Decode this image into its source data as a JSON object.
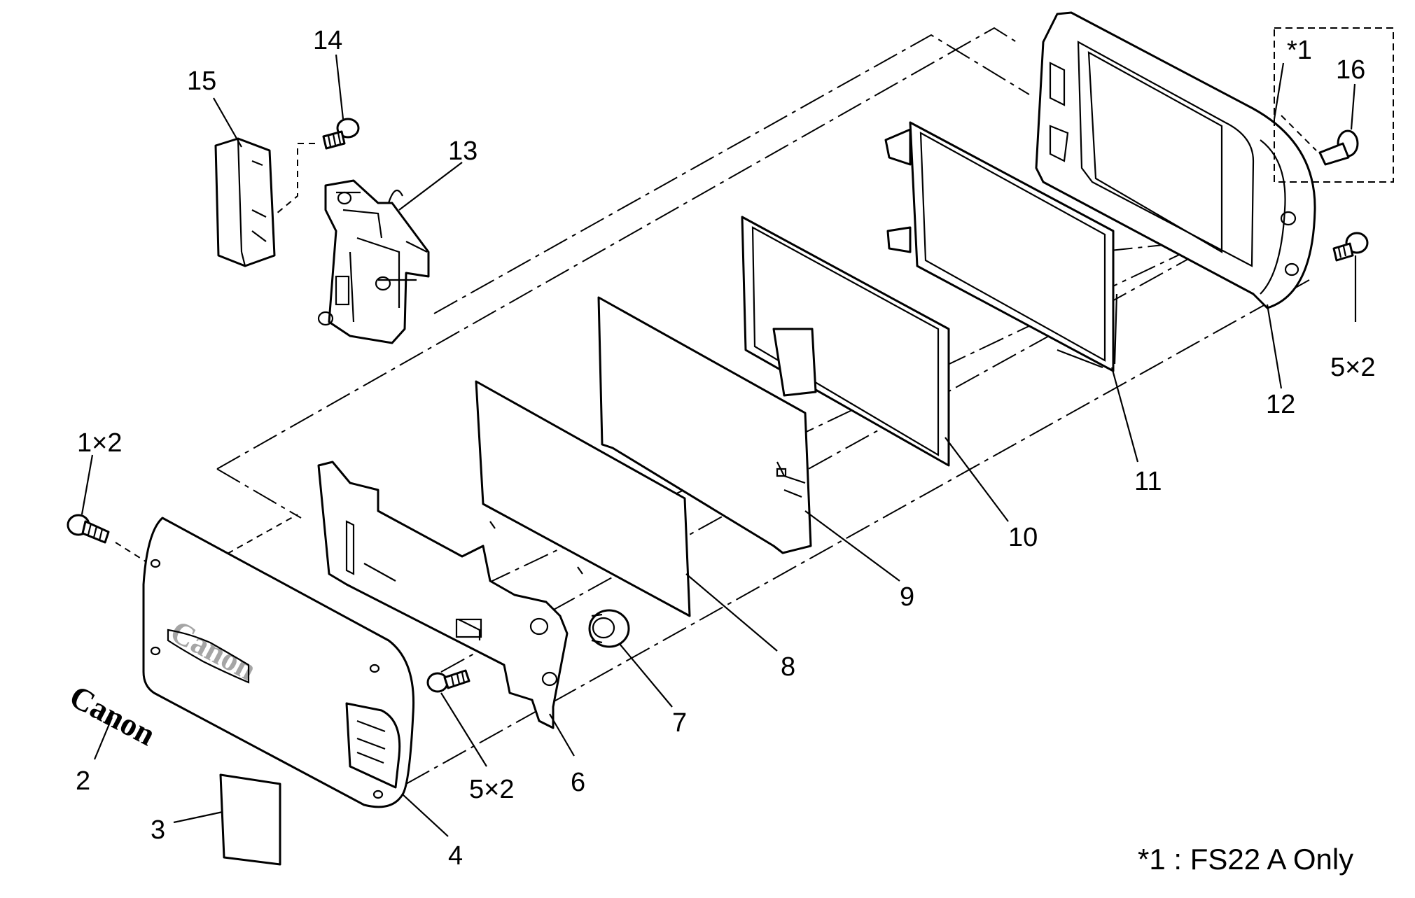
{
  "labels": {
    "p1": "1×2",
    "p2": "2",
    "p3": "3",
    "p4": "4",
    "p5a": "5×2",
    "p5b": "5×2",
    "p6": "6",
    "p7": "7",
    "p8": "8",
    "p9": "9",
    "p10": "10",
    "p11": "11",
    "p12": "12",
    "p13": "13",
    "p14": "14",
    "p15": "15",
    "p16": "16",
    "box_marker": "*1"
  },
  "footnote": "*1 : FS22 A Only",
  "logo_text": "Canon",
  "panel_logo_text": "Canon"
}
